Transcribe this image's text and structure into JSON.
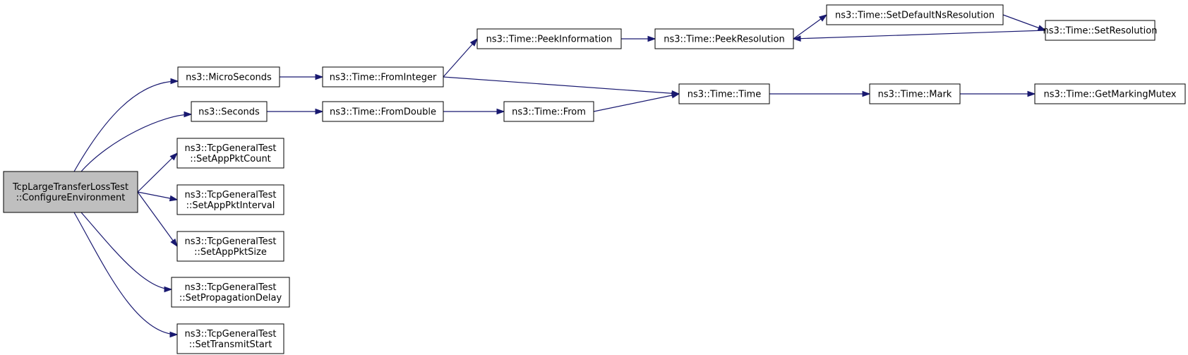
{
  "colors": {
    "edge": "#191970",
    "node_border": "#000000",
    "root_fill": "#bfbfbf",
    "node_fill": "#ffffff"
  },
  "nodes": {
    "root": [
      "TcpLargeTransferLossTest",
      "::ConfigureEnvironment"
    ],
    "microseconds": [
      "ns3::MicroSeconds"
    ],
    "seconds": [
      "ns3::Seconds"
    ],
    "set_app_pkt_count": [
      "ns3::TcpGeneralTest",
      "::SetAppPktCount"
    ],
    "set_app_pkt_interval": [
      "ns3::TcpGeneralTest",
      "::SetAppPktInterval"
    ],
    "set_app_pkt_size": [
      "ns3::TcpGeneralTest",
      "::SetAppPktSize"
    ],
    "set_propagation_delay": [
      "ns3::TcpGeneralTest",
      "::SetPropagationDelay"
    ],
    "set_transmit_start": [
      "ns3::TcpGeneralTest",
      "::SetTransmitStart"
    ],
    "from_integer": [
      "ns3::Time::FromInteger"
    ],
    "from_double": [
      "ns3::Time::FromDouble"
    ],
    "peek_information": [
      "ns3::Time::PeekInformation"
    ],
    "time_from": [
      "ns3::Time::From"
    ],
    "time_time": [
      "ns3::Time::Time"
    ],
    "peek_resolution": [
      "ns3::Time::PeekResolution"
    ],
    "set_default_ns_resolution": [
      "ns3::Time::SetDefaultNsResolution"
    ],
    "set_resolution": [
      "ns3::Time::SetResolution"
    ],
    "time_mark": [
      "ns3::Time::Mark"
    ],
    "get_marking_mutex": [
      "ns3::Time::GetMarkingMutex"
    ]
  },
  "edges": [
    [
      "root",
      "microseconds"
    ],
    [
      "root",
      "seconds"
    ],
    [
      "root",
      "set_app_pkt_count"
    ],
    [
      "root",
      "set_app_pkt_interval"
    ],
    [
      "root",
      "set_app_pkt_size"
    ],
    [
      "root",
      "set_propagation_delay"
    ],
    [
      "root",
      "set_transmit_start"
    ],
    [
      "microseconds",
      "from_integer"
    ],
    [
      "seconds",
      "from_double"
    ],
    [
      "from_integer",
      "peek_information"
    ],
    [
      "from_integer",
      "time_time"
    ],
    [
      "from_double",
      "time_from"
    ],
    [
      "peek_information",
      "peek_resolution"
    ],
    [
      "time_from",
      "time_time"
    ],
    [
      "peek_resolution",
      "set_default_ns_resolution"
    ],
    [
      "set_default_ns_resolution",
      "set_resolution"
    ],
    [
      "set_resolution",
      "peek_resolution"
    ],
    [
      "time_time",
      "time_mark"
    ],
    [
      "time_mark",
      "get_marking_mutex"
    ]
  ]
}
